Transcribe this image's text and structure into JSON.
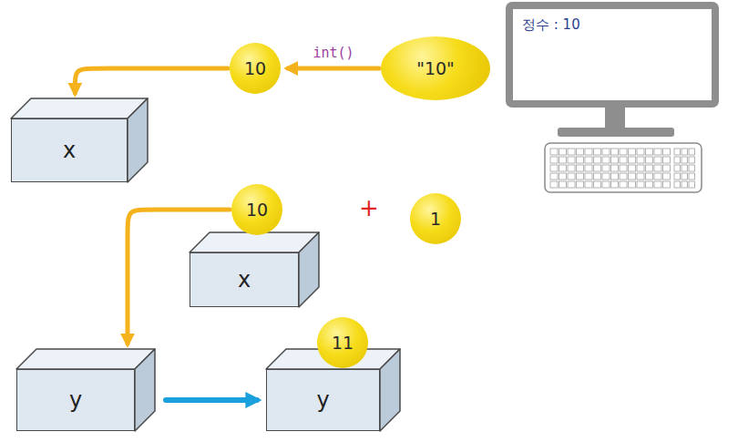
{
  "diagram": {
    "nodes": [
      {
        "text": [
          "정수 : 10"
        ]
      },
      {
        "text": [
          "\"10\""
        ]
      },
      {
        "text": [
          "10"
        ]
      },
      {
        "text": [
          "x"
        ]
      },
      {
        "text": [
          "10"
        ]
      },
      {
        "text": [
          "x"
        ]
      },
      {
        "text": [
          "1"
        ]
      },
      {
        "text": [
          "y"
        ]
      },
      {
        "text": [
          "11"
        ]
      },
      {
        "text": [
          "y"
        ]
      }
    ],
    "edges": [
      {
        "from": 1,
        "to": 2,
        "arrow": "to",
        "label": "int()"
      },
      {
        "from": 2,
        "to": 3,
        "arrow": "to"
      },
      {
        "from": 4,
        "to": 7,
        "arrow": "to"
      },
      {
        "from": 7,
        "to": 9,
        "arrow": "to"
      }
    ],
    "labels": [
      "+"
    ]
  }
}
